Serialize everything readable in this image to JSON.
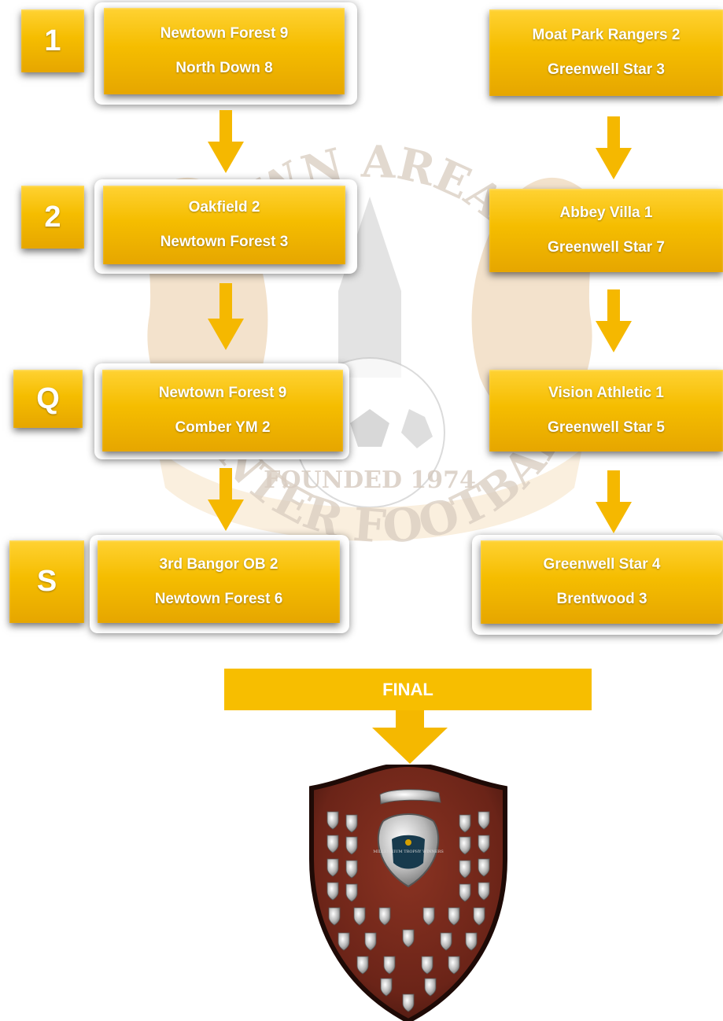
{
  "watermark": {
    "top_text": "DOWN AREA",
    "bottom_text": "WINTER FOOTBALL LEAGUE",
    "founded": "FOUNDED 1974"
  },
  "rounds": [
    {
      "label": "1",
      "left": {
        "home": "Newtown Forest 9",
        "away": "North Down 8"
      },
      "right": {
        "home": "Moat Park Rangers 2",
        "away": "Greenwell Star 3"
      }
    },
    {
      "label": "2",
      "left": {
        "home": "Oakfield 2",
        "away": "Newtown Forest 3"
      },
      "right": {
        "home": "Abbey Villa 1",
        "away": "Greenwell Star 7"
      }
    },
    {
      "label": "Q",
      "left": {
        "home": "Newtown Forest 9",
        "away": "Comber YM 2"
      },
      "right": {
        "home": "Vision Athletic 1",
        "away": "Greenwell Star 5"
      }
    },
    {
      "label": "S",
      "left": {
        "home": "3rd Bangor OB 2",
        "away": "Newtown Forest 6"
      },
      "right": {
        "home": "Greenwell Star 4",
        "away": "Brentwood 3"
      }
    }
  ],
  "final": {
    "label": "FINAL"
  },
  "trophy": {
    "plaque_text": "MILLENNIUM TROPHY WINNERS"
  },
  "colors": {
    "gold": "#f5bd00",
    "arrow": "#f5b800",
    "shield_wood": "#6b2418"
  }
}
